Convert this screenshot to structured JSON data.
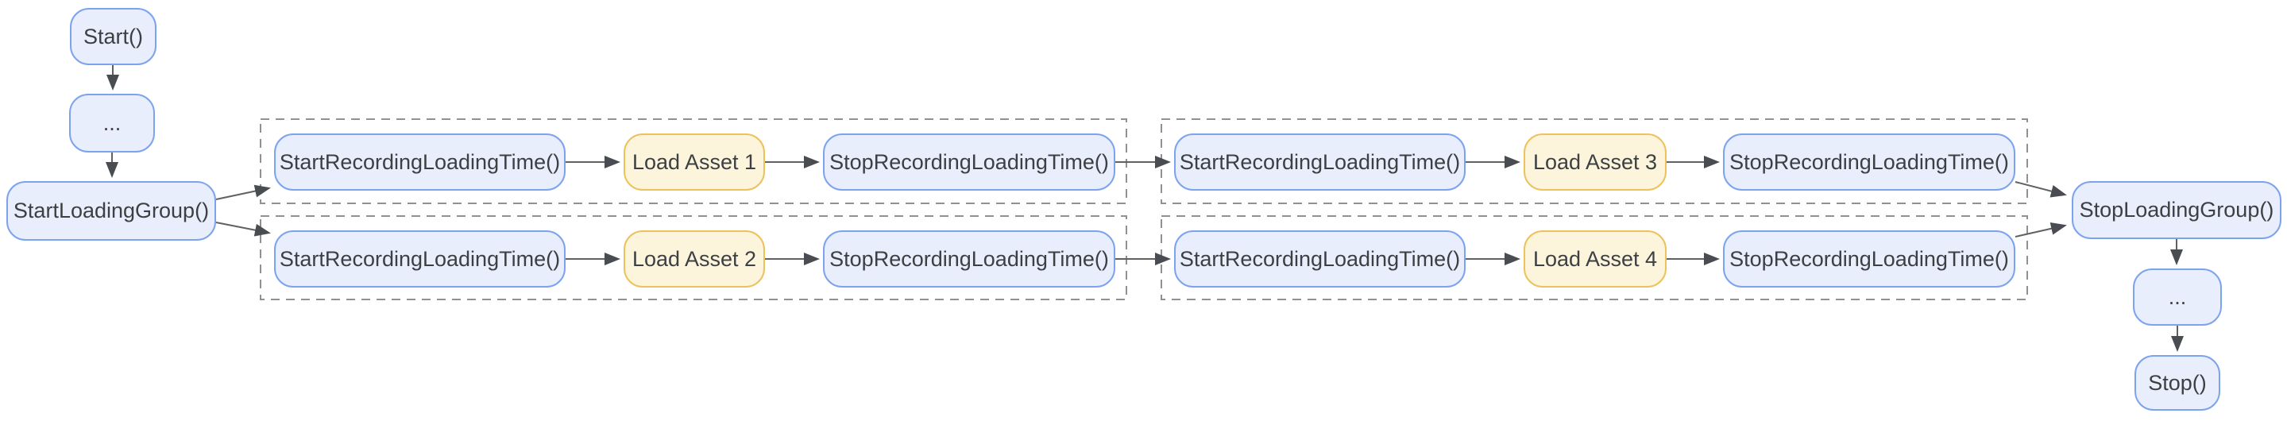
{
  "diagram": {
    "type": "flowchart",
    "colors": {
      "canvas_bg": "#ffffff",
      "process_fill": "#e8eefc",
      "process_border": "#7da3ee",
      "asset_fill": "#fdf4dc",
      "asset_border": "#ecc25d",
      "label_text": "#3c4043",
      "connector": "#616161",
      "arrowhead": "#494c50",
      "group_outline": "#919191"
    },
    "nodes": {
      "start": {
        "label": "Start()",
        "kind": "process"
      },
      "ellipsis_before": {
        "label": "...",
        "kind": "process"
      },
      "start_loading_group": {
        "label": "StartLoadingGroup()",
        "kind": "process"
      },
      "g1r1_start": {
        "label": "StartRecordingLoadingTime()",
        "kind": "process"
      },
      "g1r1_asset": {
        "label": "Load Asset 1",
        "kind": "asset"
      },
      "g1r1_stop": {
        "label": "StopRecordingLoadingTime()",
        "kind": "process"
      },
      "g1r2_start": {
        "label": "StartRecordingLoadingTime()",
        "kind": "process"
      },
      "g1r2_asset": {
        "label": "Load Asset 2",
        "kind": "asset"
      },
      "g1r2_stop": {
        "label": "StopRecordingLoadingTime()",
        "kind": "process"
      },
      "g2r1_start": {
        "label": "StartRecordingLoadingTime()",
        "kind": "process"
      },
      "g2r1_asset": {
        "label": "Load Asset 3",
        "kind": "asset"
      },
      "g2r1_stop": {
        "label": "StopRecordingLoadingTime()",
        "kind": "process"
      },
      "g2r2_start": {
        "label": "StartRecordingLoadingTime()",
        "kind": "process"
      },
      "g2r2_asset": {
        "label": "Load Asset 4",
        "kind": "asset"
      },
      "g2r2_stop": {
        "label": "StopRecordingLoadingTime()",
        "kind": "process"
      },
      "stop_loading_group": {
        "label": "StopLoadingGroup()",
        "kind": "process"
      },
      "ellipsis_after": {
        "label": "...",
        "kind": "process"
      },
      "stop": {
        "label": "Stop()",
        "kind": "process"
      }
    },
    "groups": [
      {
        "id": "group-asset-1",
        "style": "dashed",
        "children": [
          "g1r1_start",
          "g1r1_asset",
          "g1r1_stop"
        ]
      },
      {
        "id": "group-asset-2",
        "style": "dashed",
        "children": [
          "g1r2_start",
          "g1r2_asset",
          "g1r2_stop"
        ]
      },
      {
        "id": "group-asset-3",
        "style": "dashed",
        "children": [
          "g2r1_start",
          "g2r1_asset",
          "g2r1_stop"
        ]
      },
      {
        "id": "group-asset-4",
        "style": "dashed",
        "children": [
          "g2r2_start",
          "g2r2_asset",
          "g2r2_stop"
        ]
      }
    ],
    "edges": [
      "start -> ellipsis_before",
      "ellipsis_before -> start_loading_group",
      "start_loading_group -> g1r1_start",
      "start_loading_group -> g1r2_start",
      "g1r1_start -> g1r1_asset",
      "g1r1_asset -> g1r1_stop",
      "g1r1_stop -> g2r1_start",
      "g1r2_start -> g1r2_asset",
      "g1r2_asset -> g1r2_stop",
      "g1r2_stop -> g2r2_start",
      "g2r1_start -> g2r1_asset",
      "g2r1_asset -> g2r1_stop",
      "g2r1_stop -> stop_loading_group",
      "g2r2_start -> g2r2_asset",
      "g2r2_asset -> g2r2_stop",
      "g2r2_stop -> stop_loading_group",
      "stop_loading_group -> ellipsis_after",
      "ellipsis_after -> stop"
    ]
  }
}
